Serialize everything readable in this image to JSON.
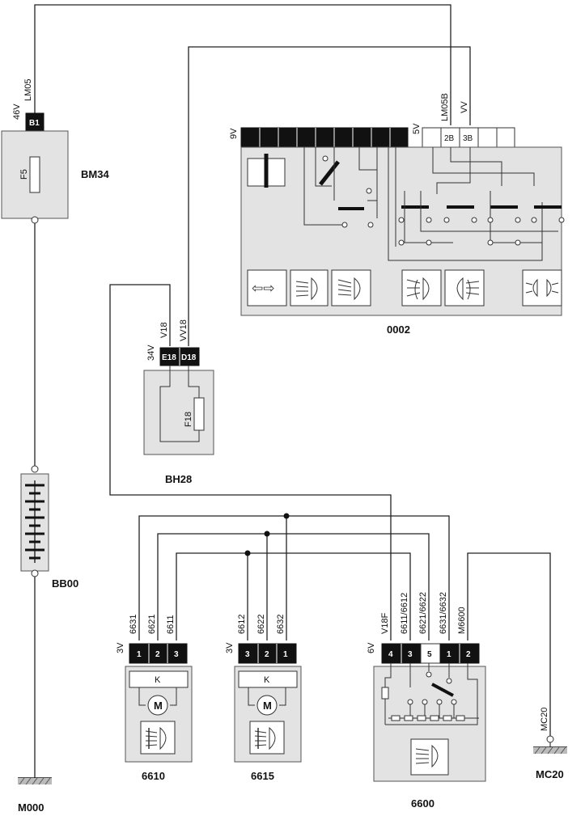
{
  "components": {
    "bm34": {
      "name": "BM34",
      "pin": "B1",
      "pin_count": "46V",
      "fuse": "F5"
    },
    "bb00": {
      "name": "BB00"
    },
    "m000": {
      "name": "M000"
    },
    "bh28": {
      "name": "BH28",
      "pins": [
        "E18",
        "D18"
      ],
      "pin_count": "34V",
      "fuse": "F18"
    },
    "c0002": {
      "name": "0002",
      "conn_black": "9V",
      "conn_white": "5V",
      "pins": [
        "2B",
        "3B"
      ]
    },
    "c6610": {
      "name": "6610",
      "pin_count": "3V",
      "pins": [
        "1",
        "2",
        "3"
      ]
    },
    "c6615": {
      "name": "6615",
      "pin_count": "3V",
      "pins": [
        "3",
        "2",
        "1"
      ]
    },
    "c6600": {
      "name": "6600",
      "pin_count": "6V",
      "pins": [
        "4",
        "3",
        "5",
        "1",
        "2"
      ]
    },
    "mc20": {
      "name": "MC20",
      "wire": "MC20"
    }
  },
  "wires": {
    "lm05": "LM05",
    "lm05b": "LM05B",
    "vv": "VV",
    "v18": "V18",
    "vv18": "VV18",
    "w6631": "6631",
    "w6621": "6621",
    "w6611": "6611",
    "w6612": "6612",
    "w6622": "6622",
    "w6632": "6632",
    "v18f": "V18F",
    "w6611_6612": "6611/6612",
    "w6621_6622": "6621/6622",
    "w6631_6632": "6631/6632",
    "m6600": "M6600"
  },
  "motor_label": "M",
  "relay_label": "K"
}
